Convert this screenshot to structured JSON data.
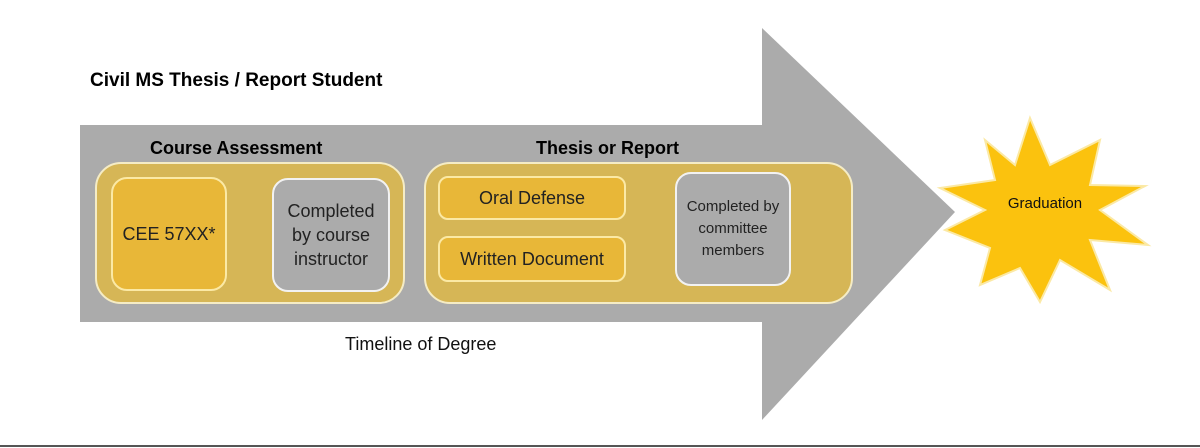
{
  "title": "Civil MS Thesis / Report Student",
  "sections": {
    "course": {
      "heading": "Course Assessment",
      "course_box": "CEE 57XX*",
      "completed_box": "Completed by course instructor"
    },
    "thesis": {
      "heading": "Thesis or Report",
      "oral_defense": "Oral Defense",
      "written_document": "Written Document",
      "completed_box": "Completed by committee members"
    }
  },
  "timeline_label": "Timeline of Degree",
  "graduation_label": "Graduation",
  "colors": {
    "arrow": "#ababab",
    "group": "#d6b656",
    "gold_box": "#e8b738",
    "grey_box": "#ababab",
    "starburst": "#fbc20e",
    "small_arrow": "#0f1a2b"
  },
  "icons": [
    "right-arrow-icon",
    "starburst-icon"
  ]
}
